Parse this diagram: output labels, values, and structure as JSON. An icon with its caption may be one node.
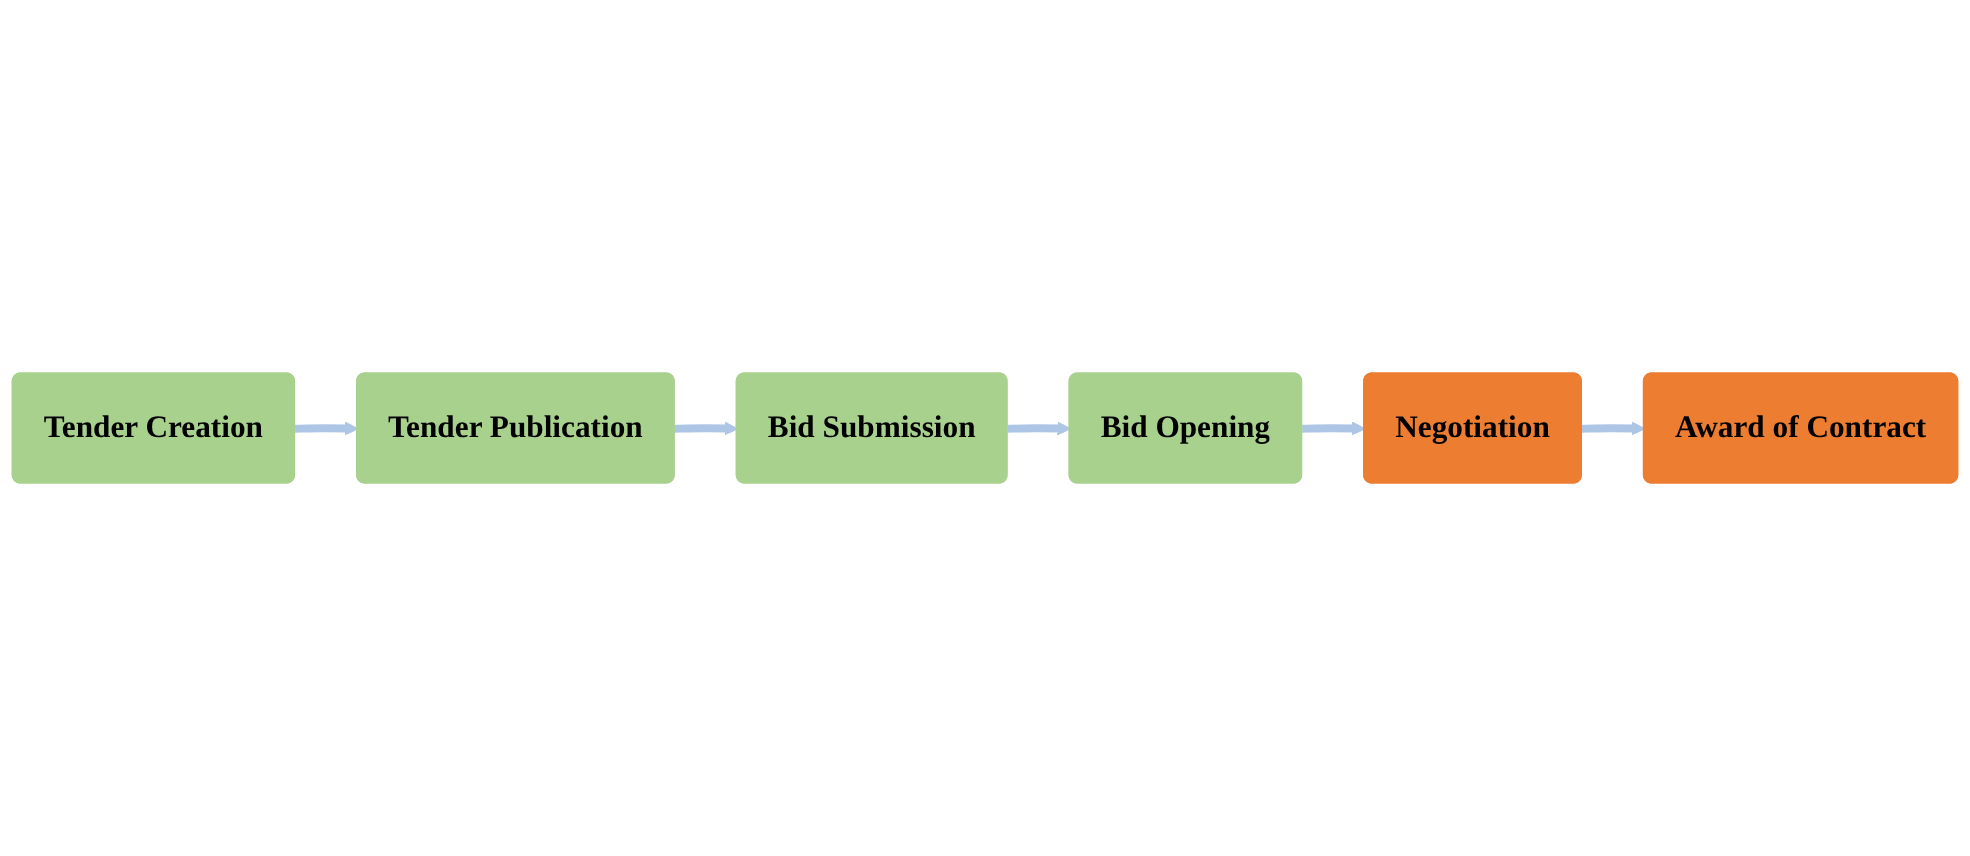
{
  "diagram": {
    "nodes": [
      {
        "text": [
          "Tender Creation"
        ]
      },
      {
        "text": [
          "Tender Publication"
        ]
      },
      {
        "text": [
          "Bid Submission"
        ]
      },
      {
        "text": [
          "Bid Opening"
        ]
      },
      {
        "text": [
          "Negotiation"
        ]
      },
      {
        "text": [
          "Award of Contract"
        ]
      }
    ],
    "edges": [
      {
        "from": 0,
        "to": 1,
        "arrow": "to"
      },
      {
        "from": 1,
        "to": 2,
        "arrow": "to"
      },
      {
        "from": 2,
        "to": 3,
        "arrow": "to"
      },
      {
        "from": 3,
        "to": 4,
        "arrow": "to"
      },
      {
        "from": 4,
        "to": 5,
        "arrow": "to"
      }
    ]
  }
}
